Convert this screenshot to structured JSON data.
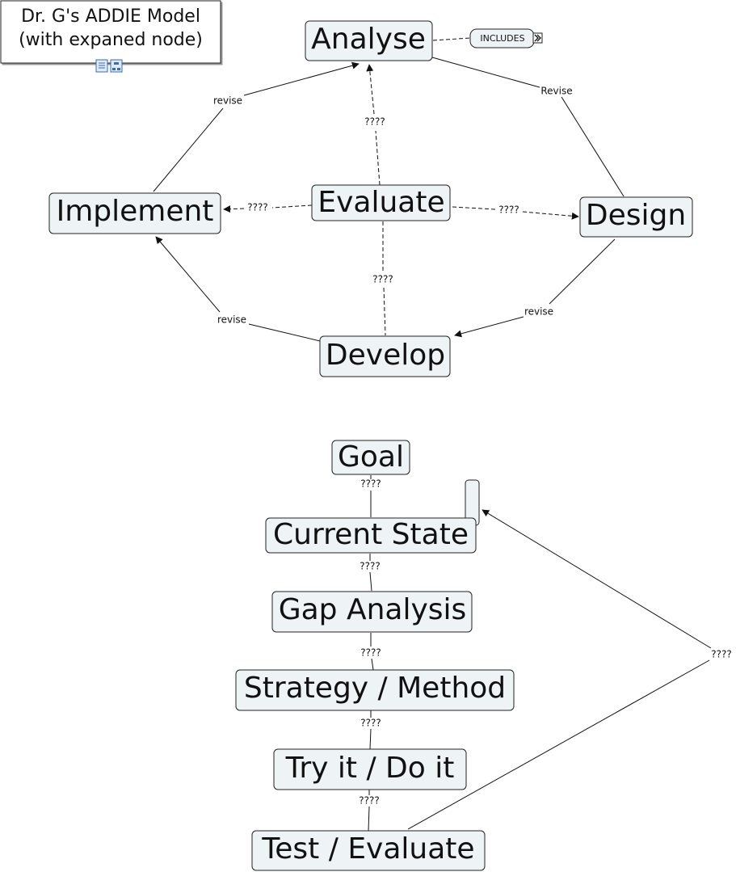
{
  "title": {
    "line1": "Dr. G's ADDIE Model",
    "line2": "(with expaned node)"
  },
  "nodes": {
    "analyse": "Analyse",
    "design": "Design",
    "develop": "Develop",
    "implement": "Implement",
    "evaluate": "Evaluate",
    "goal": "Goal",
    "current_state": "Current State",
    "gap_analysis": "Gap Analysis",
    "strategy_method": "Strategy / Method",
    "try_it": "Try it / Do it",
    "test_evaluate": "Test / Evaluate",
    "includes": "INCLUDES"
  },
  "links": {
    "analyse_design": "Revise",
    "design_develop": "revise",
    "develop_implement": "revise",
    "implement_analyse": "revise",
    "evaluate_analyse": "????",
    "evaluate_implement": "????",
    "evaluate_design": "????",
    "evaluate_develop": "????",
    "goal_current": "????",
    "current_gap": "????",
    "gap_strategy": "????",
    "strategy_try": "????",
    "try_test": "????",
    "test_loop": "????"
  },
  "icons": [
    "resource-icon",
    "concept-map-icon",
    "expand-icon"
  ]
}
